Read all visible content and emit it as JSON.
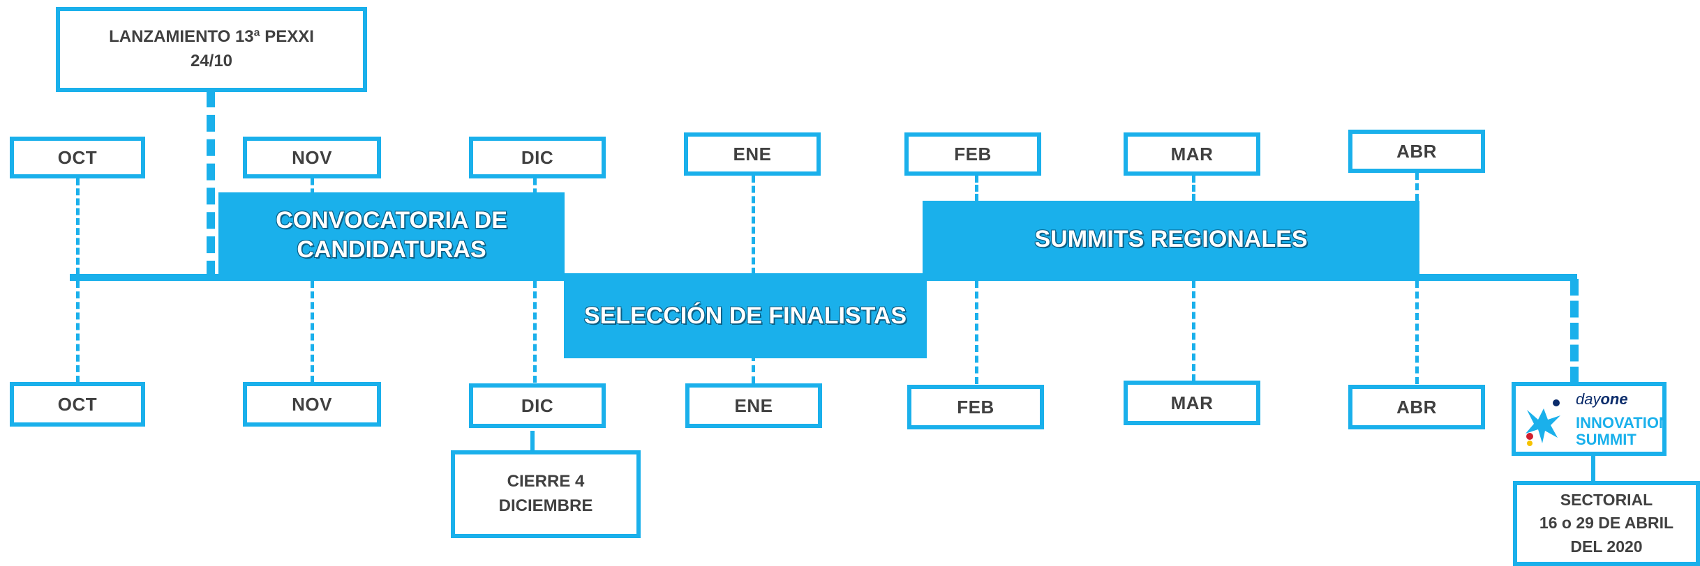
{
  "colors": {
    "accent": "#1AB0EB",
    "text": "#404040",
    "white": "#ffffff"
  },
  "launch": {
    "label": "LANZAMIENTO 13ª PEXXI\n24/10"
  },
  "months_top": [
    "OCT",
    "NOV",
    "DIC",
    "ENE",
    "FEB",
    "MAR",
    "ABR"
  ],
  "months_bottom": [
    "OCT",
    "NOV",
    "DIC",
    "ENE",
    "FEB",
    "MAR",
    "ABR"
  ],
  "phases": {
    "convocatoria": "CONVOCATORIA DE\nCANDIDATURAS",
    "seleccion": "SELECCIÓN DE FINALISTAS",
    "summits": "SUMMITS REGIONALES"
  },
  "cierre": {
    "label": "CIERRE 4\nDICIEMBRE"
  },
  "logo": {
    "day": "day",
    "one": "one",
    "line1": "INNOVATION",
    "line2": "SUMMIT",
    "icon": "caixabank-star-icon"
  },
  "sectorial": {
    "label": "SECTORIAL\n16 o 29 DE ABRIL\nDEL  2020"
  }
}
